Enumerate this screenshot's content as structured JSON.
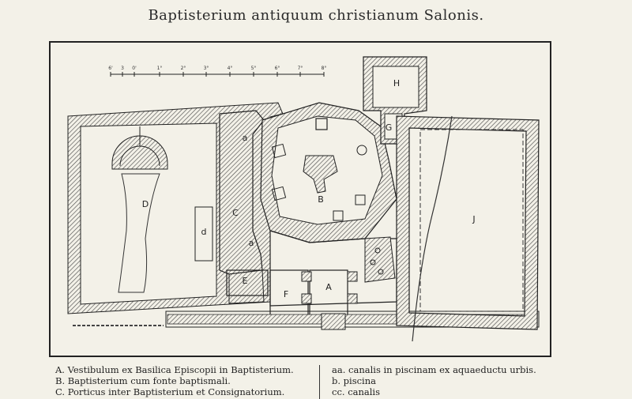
{
  "title": "Baptisterium antiquum christianum Salonis.",
  "scale": {
    "ticks": [
      "6'",
      "3",
      "0'",
      "1°",
      "2°",
      "3°",
      "4°",
      "5°",
      "6°",
      "7°",
      "8°"
    ]
  },
  "plan_labels": {
    "A": "A",
    "B": "B",
    "C": "C",
    "D": "D",
    "d": "d",
    "E": "E",
    "F": "F",
    "G": "G",
    "H": "H",
    "J": "J",
    "a1": "a",
    "a2": "a"
  },
  "legend_left": [
    "A. Vestibulum ex Basilica Episcopii in Baptisterium.",
    "B. Baptisterium cum fonte baptismali.",
    "C. Porticus inter Baptisterium et Consignatorium."
  ],
  "legend_right": [
    "aa. canalis in piscinam ex  aquaeductu urbis.",
    "b. piscina",
    "cc. canalis"
  ]
}
